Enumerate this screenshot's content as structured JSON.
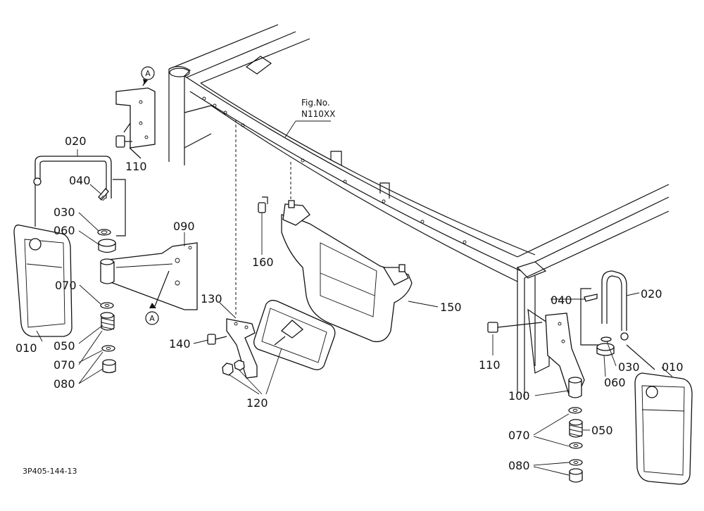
{
  "figure_ref": {
    "label": "Fig.No.",
    "number": "N110XX"
  },
  "drawing_code": "3P405-144-13",
  "callouts": {
    "a_top": "A",
    "a_bottom": "A"
  },
  "part_labels": {
    "p010_left": "010",
    "p010_right": "010",
    "p020_left": "020",
    "p020_right": "020",
    "p030_left": "030",
    "p030_right": "030",
    "p040_left": "040",
    "p040_right": "040",
    "p050_left": "050",
    "p050_right": "050",
    "p060_left": "060",
    "p060_right": "060",
    "p070_left_a": "070",
    "p070_left_b": "070",
    "p070_right": "070",
    "p080_left": "080",
    "p080_right": "080",
    "p090": "090",
    "p100": "100",
    "p110_left": "110",
    "p110_right": "110",
    "p120": "120",
    "p130": "130",
    "p140": "140",
    "p150": "150",
    "p160": "160"
  }
}
